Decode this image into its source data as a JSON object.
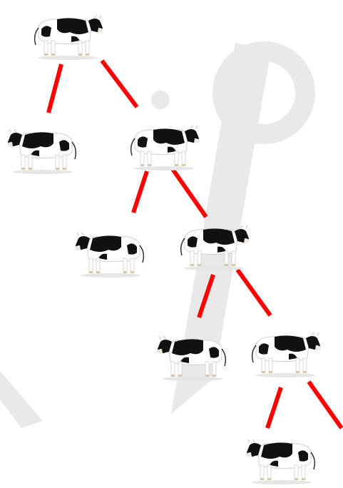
{
  "diagram": {
    "colors": {
      "background": "#ffffff",
      "watermark": "#e9e9ea",
      "connector": "#ff0000",
      "cow_body": "#ffffff",
      "cow_spots": "#111111",
      "hoof": "#d9c8a8"
    },
    "nodes": [
      {
        "id": "n1",
        "animal": "cow",
        "facing": "right"
      },
      {
        "id": "n2",
        "animal": "bull",
        "facing": "left"
      },
      {
        "id": "n3",
        "animal": "cow",
        "facing": "right"
      },
      {
        "id": "n4",
        "animal": "bull",
        "facing": "left"
      },
      {
        "id": "n5",
        "animal": "cow",
        "facing": "right"
      },
      {
        "id": "n6",
        "animal": "bull",
        "facing": "left"
      },
      {
        "id": "n7",
        "animal": "cow",
        "facing": "right"
      },
      {
        "id": "n8",
        "animal": "bull",
        "facing": "left"
      }
    ],
    "edges": [
      {
        "from": "n1",
        "to": "n2"
      },
      {
        "from": "n1",
        "to": "n3"
      },
      {
        "from": "n3",
        "to": "n4"
      },
      {
        "from": "n3",
        "to": "n5"
      },
      {
        "from": "n5",
        "to": "n6"
      },
      {
        "from": "n5",
        "to": "n7"
      },
      {
        "from": "n7",
        "to": "n8"
      },
      {
        "from": "n7",
        "to": null
      }
    ]
  }
}
